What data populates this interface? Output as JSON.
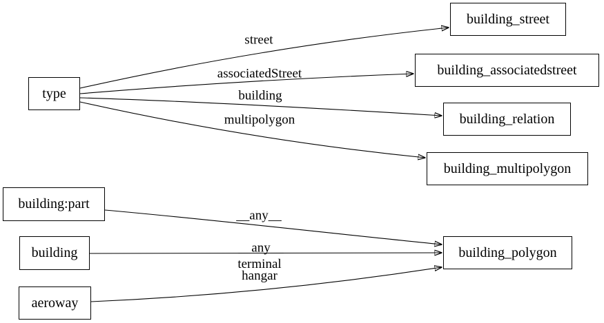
{
  "diagram": {
    "background_color": "#ffffff",
    "stroke_color": "#000000",
    "text_color": "#000000",
    "nodes": [
      {
        "id": "type",
        "label": "type"
      },
      {
        "id": "building_street",
        "label": "building_street"
      },
      {
        "id": "building_associatedstreet",
        "label": "building_associatedstreet"
      },
      {
        "id": "building_relation",
        "label": "building_relation"
      },
      {
        "id": "building_multipolygon",
        "label": "building_multipolygon"
      },
      {
        "id": "building_part",
        "label": "building:part"
      },
      {
        "id": "building",
        "label": "building"
      },
      {
        "id": "aeroway",
        "label": "aeroway"
      },
      {
        "id": "building_polygon",
        "label": "building_polygon"
      }
    ],
    "edges": [
      {
        "from": "type",
        "to": "building_street",
        "label": "street"
      },
      {
        "from": "type",
        "to": "building_associatedstreet",
        "label": "associatedStreet"
      },
      {
        "from": "type",
        "to": "building_relation",
        "label": "building"
      },
      {
        "from": "type",
        "to": "building_multipolygon",
        "label": "multipolygon"
      },
      {
        "from": "building:part",
        "to": "building_polygon",
        "label": "__any__"
      },
      {
        "from": "building",
        "to": "building_polygon",
        "label": "__any__"
      },
      {
        "from": "aeroway",
        "to": "building_polygon",
        "label": "terminal\nhangar"
      }
    ]
  }
}
